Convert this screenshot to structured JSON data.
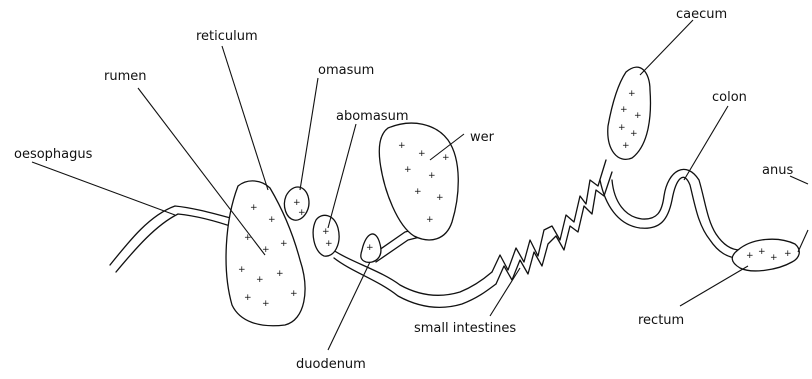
{
  "labels": {
    "caecum": "caecum",
    "reticulum": "reticulum",
    "omasum": "omasum",
    "rumen": "rumen",
    "colon": "colon",
    "abomasum": "abomasum",
    "liver": "wer",
    "oesophagus": "oesophagus",
    "anus": "anus",
    "small_intestines": "small intestines",
    "rectum": "rectum",
    "duodenum": "duodenum"
  },
  "colors": {
    "line": "#111111",
    "background": "#ffffff"
  },
  "dot_glyph": "+"
}
